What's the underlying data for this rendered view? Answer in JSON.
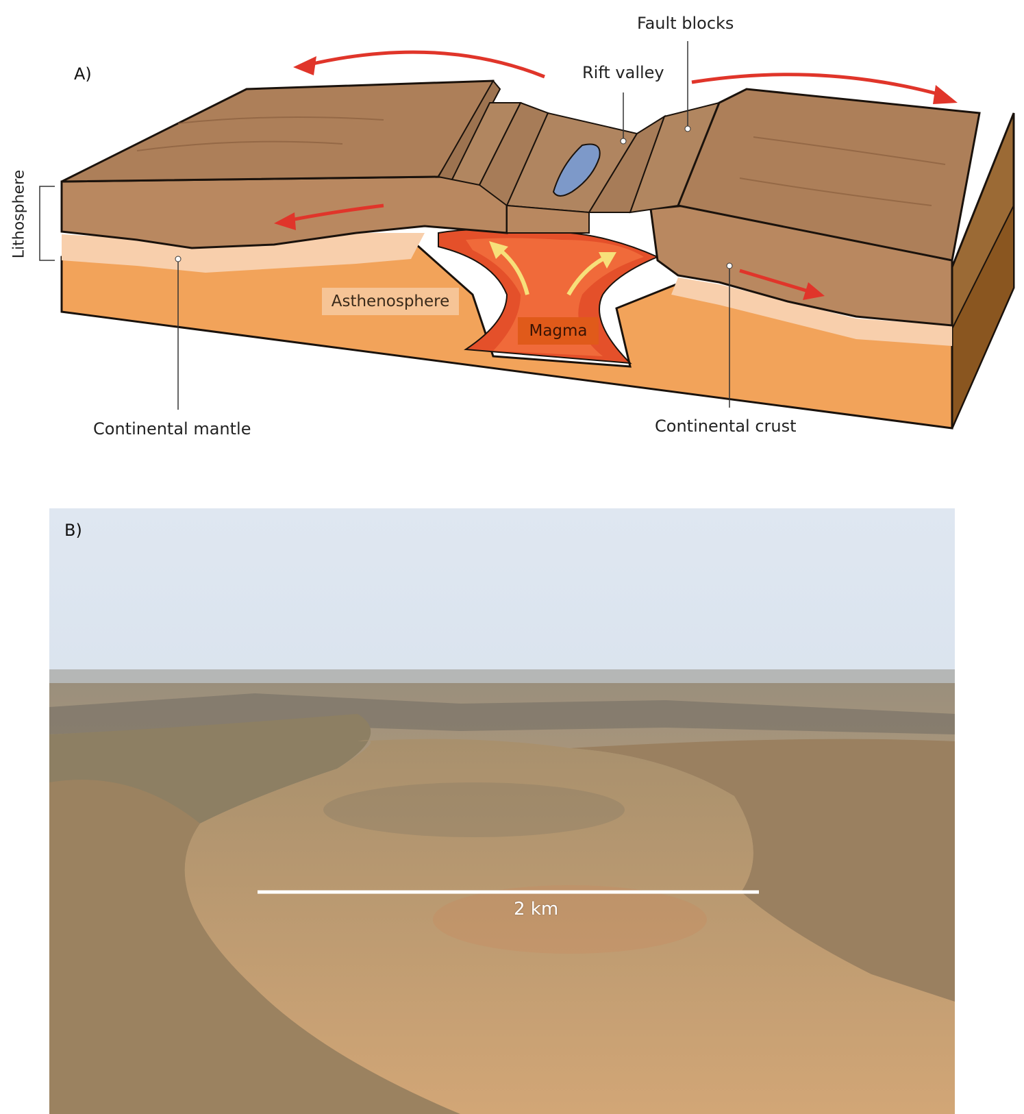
{
  "panel_a": {
    "letter": "A)",
    "labels": {
      "fault_blocks": "Fault blocks",
      "rift_valley": "Rift valley",
      "lithosphere": "Lithosphere",
      "asthenosphere": "Asthenosphere",
      "magma": "Magma",
      "continental_mantle": "Continental mantle",
      "continental_crust": "Continental crust"
    }
  },
  "panel_b": {
    "letter": "B)",
    "scale_bar_label": "2 km"
  }
}
